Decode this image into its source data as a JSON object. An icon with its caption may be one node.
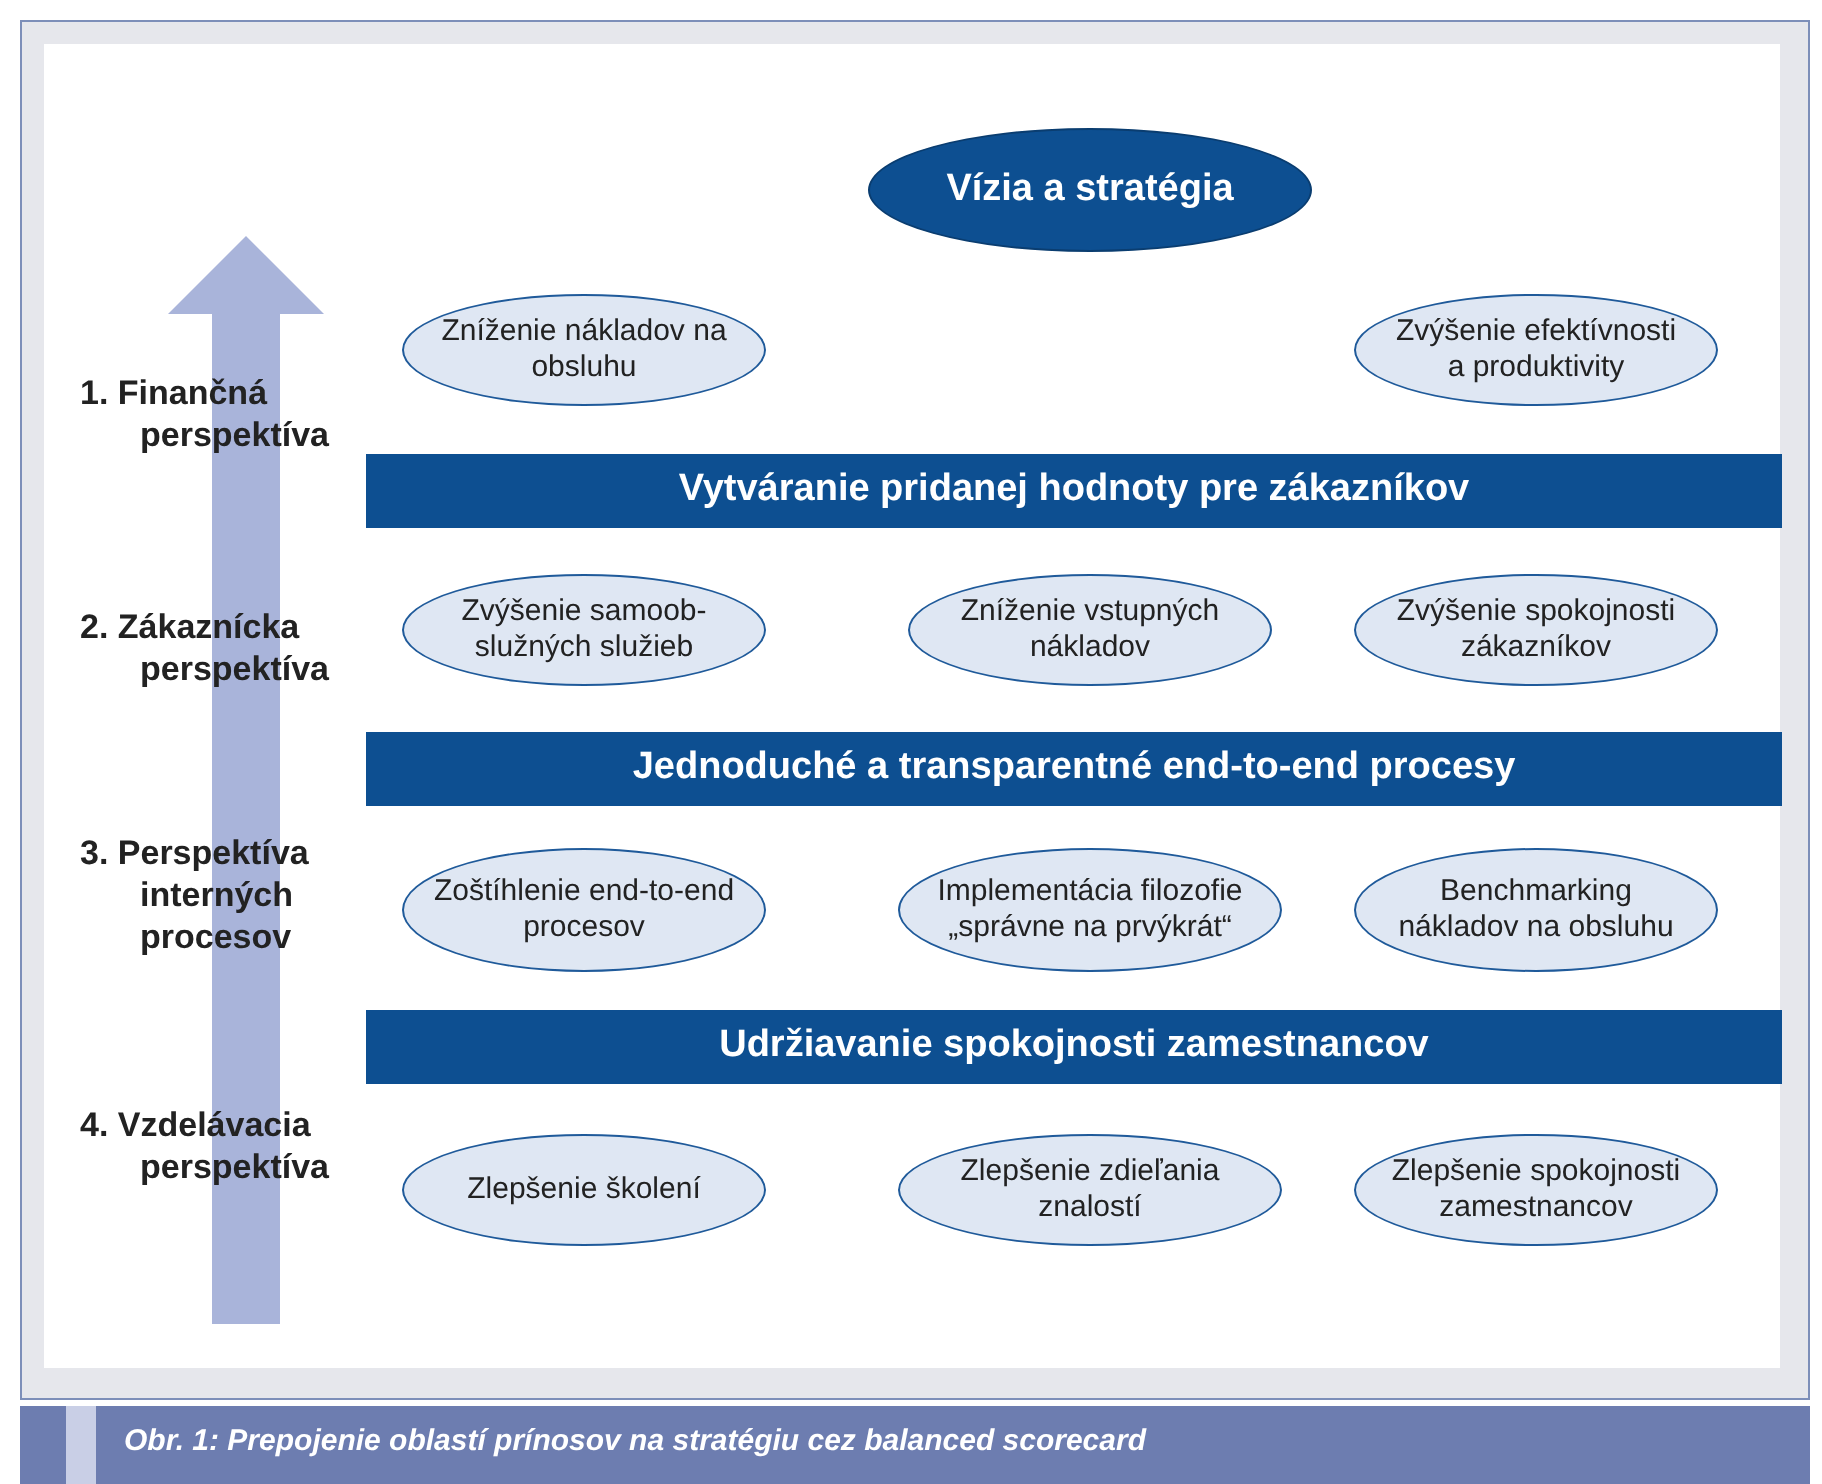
{
  "diagram": {
    "caption": "Obr. 1: Prepojenie oblastí prínosov na stratégiu cez balanced scorecard",
    "nodes": [
      {
        "text": [
          "Vízia a stratégia"
        ]
      },
      {
        "text": [
          "Zníženie nákladov na obsluhu"
        ]
      },
      {
        "text": [
          "Zvýšenie efektívnosti a produktivity"
        ]
      },
      {
        "text": [
          "Vytváranie pridanej hodnoty pre zákazníkov"
        ]
      },
      {
        "text": [
          "Zvýšenie samoob-služných služieb"
        ]
      },
      {
        "text": [
          "Zníženie vstupných nákladov"
        ]
      },
      {
        "text": [
          "Zvýšenie spokojnosti zákazníkov"
        ]
      },
      {
        "text": [
          "Jednoduché a transparentné end-to-end procesy"
        ]
      },
      {
        "text": [
          "Zoštíhlenie end-to-end procesov"
        ]
      },
      {
        "text": [
          "Implementácia filozofie „správne na prvýkrát“"
        ]
      },
      {
        "text": [
          "Benchmarking nákladov na obsluhu"
        ]
      },
      {
        "text": [
          "Udržiavanie spokojnosti zamestnancov"
        ]
      },
      {
        "text": [
          "Zlepšenie školení"
        ]
      },
      {
        "text": [
          "Zlepšenie zdieľania znalostí"
        ]
      },
      {
        "text": [
          "Zlepšenie spokojnosti zamestnancov"
        ]
      }
    ],
    "labels": [
      "1. Finančná perspektíva",
      "2. Zákaznícka perspektíva",
      "3. Perspektíva interných procesov",
      "4. Vzdelávacia perspektíva"
    ]
  }
}
